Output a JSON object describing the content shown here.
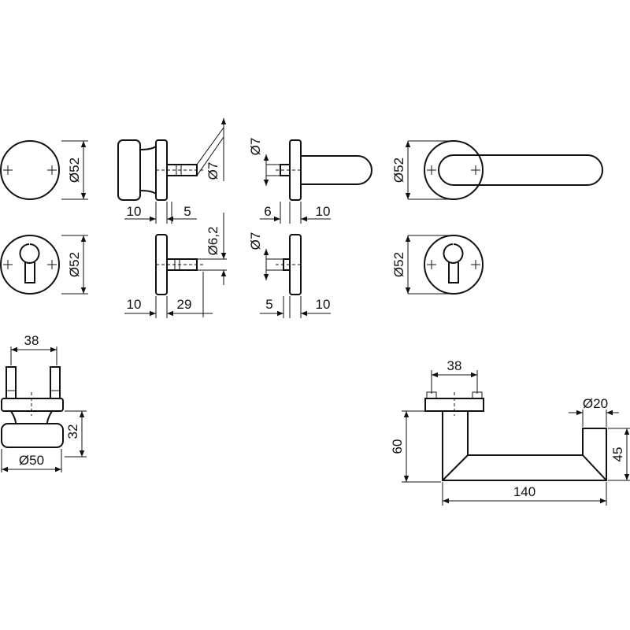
{
  "dimensions": {
    "rose_dia": "Ø52",
    "knob_plate": "10",
    "knob_pin": "5",
    "knob_spindle_dia": "Ø7",
    "lever_spindle_dia": "Ø7",
    "lever_offset": "6",
    "lever_plate": "10",
    "rose_dia_right": "Ø52",
    "cyl_rose_dia": "Ø52",
    "cyl_plate": "10",
    "cyl_screw_len": "29",
    "cyl_screw_dia": "Ø6,2",
    "cyl_spindle_dia": "Ø7",
    "cyl_offset": "5",
    "cyl_plate2": "10",
    "cyl_rose_dia_right": "Ø52",
    "knob_bolt_spacing": "38",
    "knob_height": "32",
    "knob_dia": "Ø50",
    "lever_bolt_spacing": "38",
    "lever_bar_dia": "Ø20",
    "lever_height": "60",
    "lever_length": "140",
    "lever_drop": "45"
  }
}
